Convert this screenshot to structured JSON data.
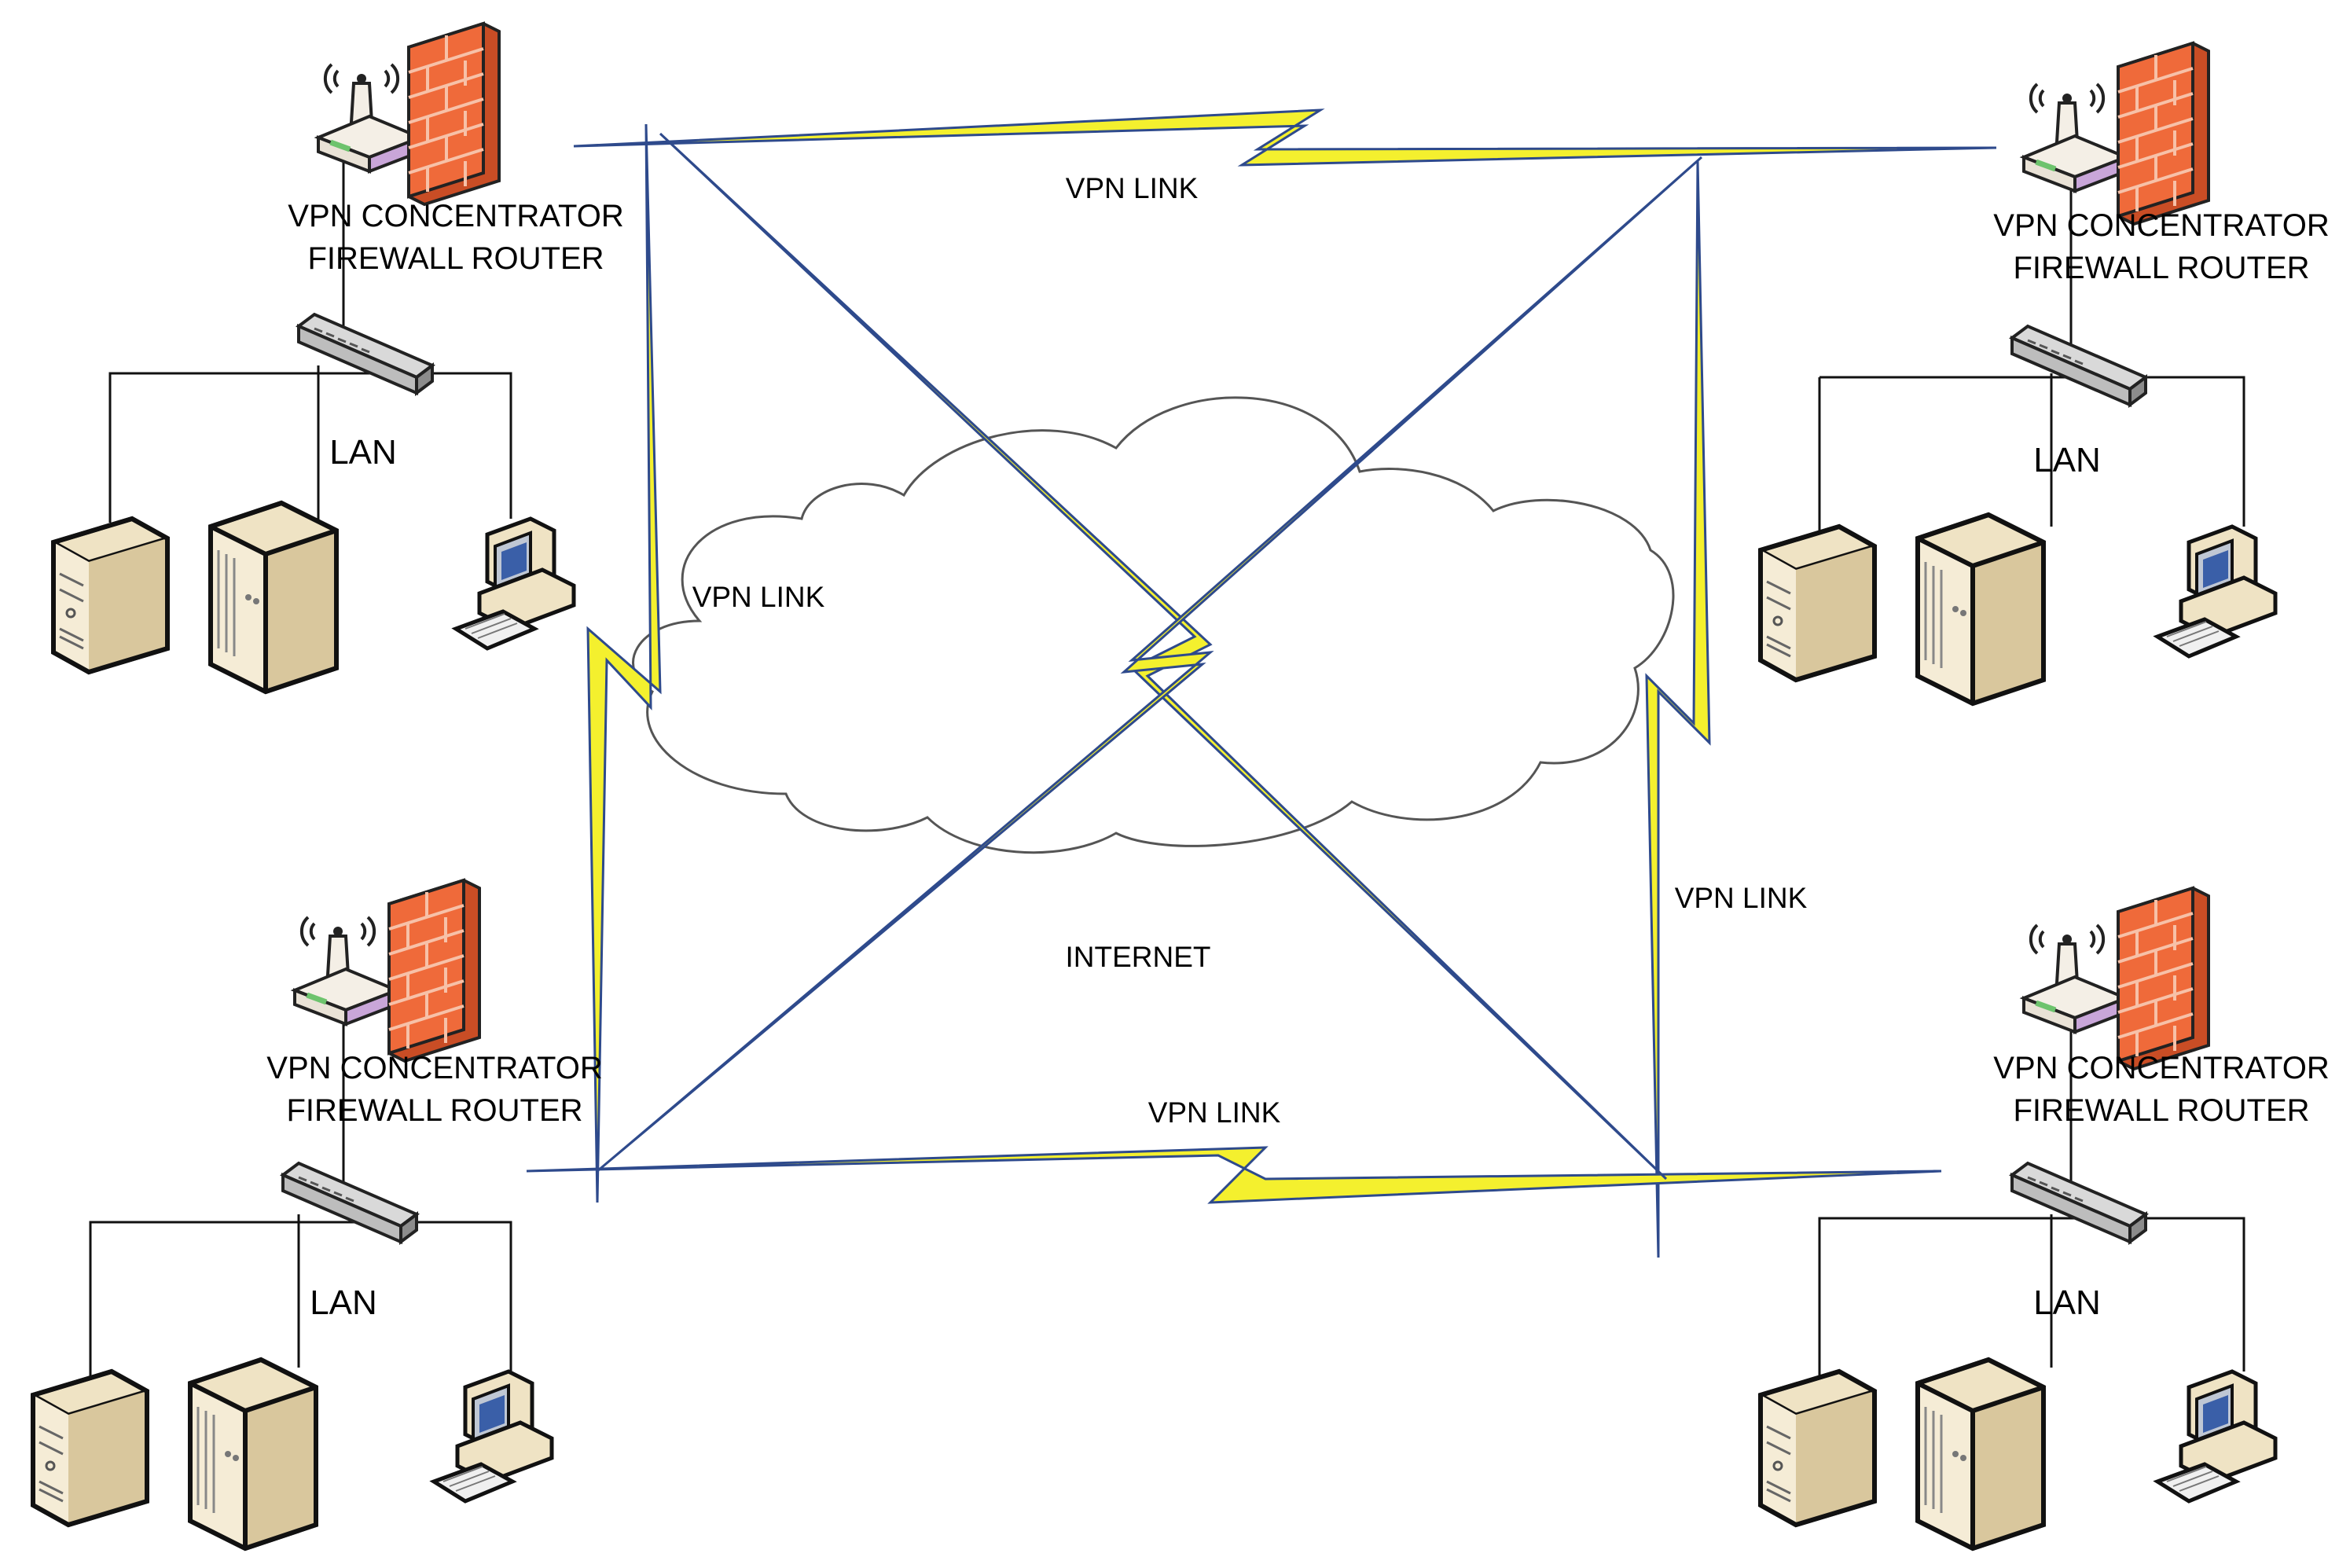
{
  "sites": [
    {
      "device_line1": "VPN CONCENTRATOR",
      "device_line2": "FIREWALL ROUTER",
      "lan_label": "LAN"
    },
    {
      "device_line1": "VPN CONCENTRATOR",
      "device_line2": "FIREWALL ROUTER",
      "lan_label": "LAN"
    },
    {
      "device_line1": "VPN CONCENTRATOR",
      "device_line2": "FIREWALL ROUTER",
      "lan_label": "LAN"
    },
    {
      "device_line1": "VPN CONCENTRATOR",
      "device_line2": "FIREWALL ROUTER",
      "lan_label": "LAN"
    }
  ],
  "links": {
    "top": "VPN LINK",
    "left": "VPN LINK",
    "right": "VPN LINK",
    "bottom": "VPN LINK"
  },
  "cloud": {
    "label": "INTERNET"
  },
  "colors": {
    "link_fill": "#f4f02e",
    "link_edge": "#2e4a8c",
    "firewall": "#ef6a3a",
    "beige": "#efe3c4",
    "line": "#1a1a1a"
  }
}
